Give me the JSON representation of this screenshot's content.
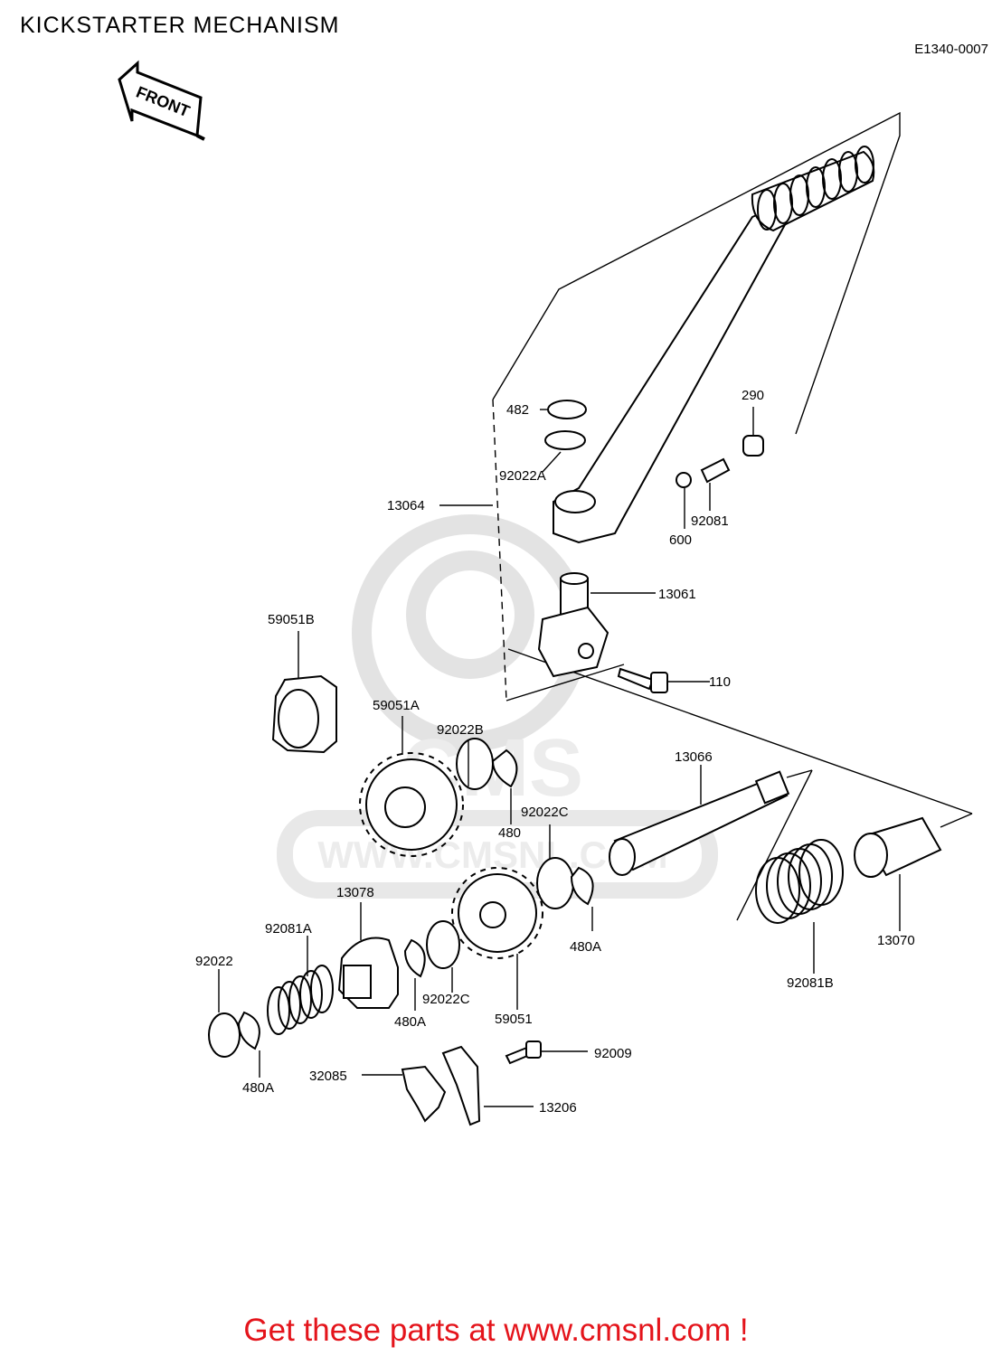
{
  "header": {
    "title": "KICKSTARTER MECHANISM",
    "diagram_code": "E1340-0007"
  },
  "arrow": {
    "text": "FRONT"
  },
  "watermark": {
    "letters": "CMS",
    "url": "WWW.CMSNL.COM"
  },
  "labels": {
    "p482": "482",
    "p290": "290",
    "p92022A": "92022A",
    "p13064": "13064",
    "p92081": "92081",
    "p600": "600",
    "p13061": "13061",
    "p59051B": "59051B",
    "p110": "110",
    "p59051A": "59051A",
    "p92022B": "92022B",
    "p13066": "13066",
    "p480": "480",
    "p92022C_top": "92022C",
    "p13078": "13078",
    "p92081A": "92081A",
    "p480A_right": "480A",
    "p13070": "13070",
    "p92022": "92022",
    "p480A_mid": "480A",
    "p92022C_bottom": "92022C",
    "p59051": "59051",
    "p92081B": "92081B",
    "p92009": "92009",
    "p32085": "32085",
    "p480A_left": "480A",
    "p13206": "13206"
  },
  "footer": {
    "cta": "Get these parts at www.cmsnl.com !"
  }
}
